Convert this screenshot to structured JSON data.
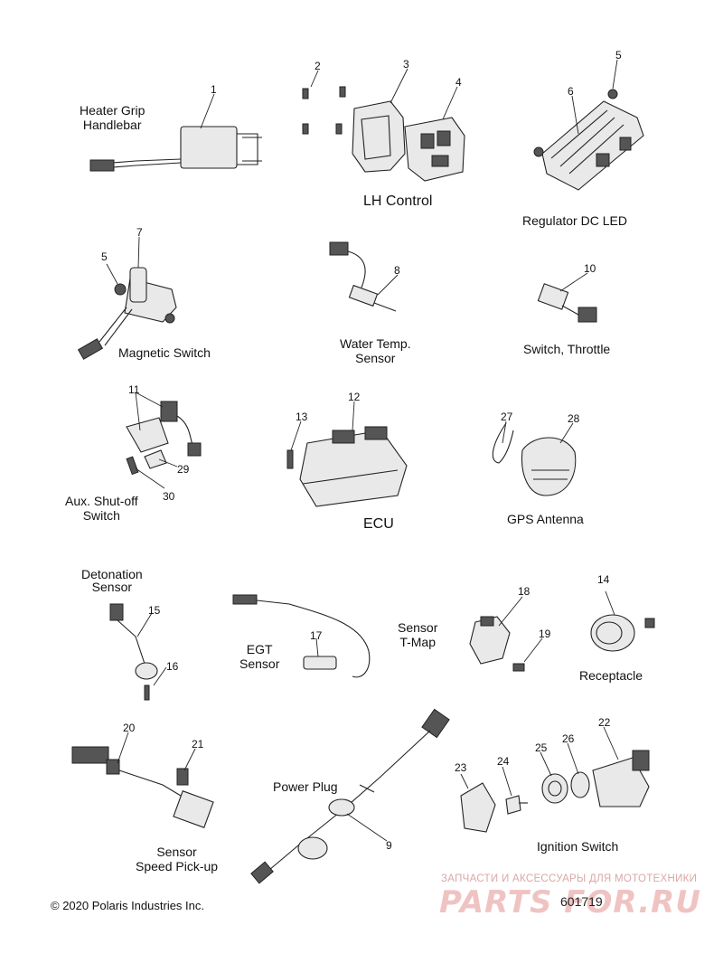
{
  "labels": {
    "heater_grip": [
      "Heater Grip",
      "Handlebar"
    ],
    "lh_control": "LH Control",
    "regulator": "Regulator DC LED",
    "magnetic_switch": "Magnetic Switch",
    "water_temp": [
      "Water Temp.",
      "Sensor"
    ],
    "switch_throttle": "Switch, Throttle",
    "aux_shutoff": [
      "Aux. Shut-off",
      "Switch"
    ],
    "ecu": "ECU",
    "gps_antenna": "GPS Antenna",
    "detonation": [
      "Detonation",
      "Sensor"
    ],
    "egt": [
      "EGT",
      "Sensor"
    ],
    "sensor_tmap": [
      "Sensor",
      "T-Map"
    ],
    "receptacle": "Receptacle",
    "power_plug": "Power Plug",
    "speed_pickup": [
      "Sensor",
      "Speed Pick-up"
    ],
    "ignition_switch": "Ignition Switch"
  },
  "callouts": {
    "c1": "1",
    "c2": "2",
    "c3": "3",
    "c4": "4",
    "c5a": "5",
    "c5b": "5",
    "c6": "6",
    "c7": "7",
    "c8": "8",
    "c9": "9",
    "c10": "10",
    "c11": "11",
    "c12": "12",
    "c13": "13",
    "c14": "14",
    "c15": "15",
    "c16": "16",
    "c17": "17",
    "c18": "18",
    "c19": "19",
    "c20": "20",
    "c21": "21",
    "c22": "22",
    "c23": "23",
    "c24": "24",
    "c25": "25",
    "c26": "26",
    "c27": "27",
    "c28": "28",
    "c29": "29",
    "c30": "30"
  },
  "footer": {
    "copyright": "© 2020 Polaris Industries Inc.",
    "diagram_number": "601719"
  },
  "watermark": {
    "tagline": "ЗАПЧАСТИ И АКСЕССУАРЫ ДЛЯ МОТОТЕХНИКИ",
    "brand": "PARTS FOR.RU"
  }
}
